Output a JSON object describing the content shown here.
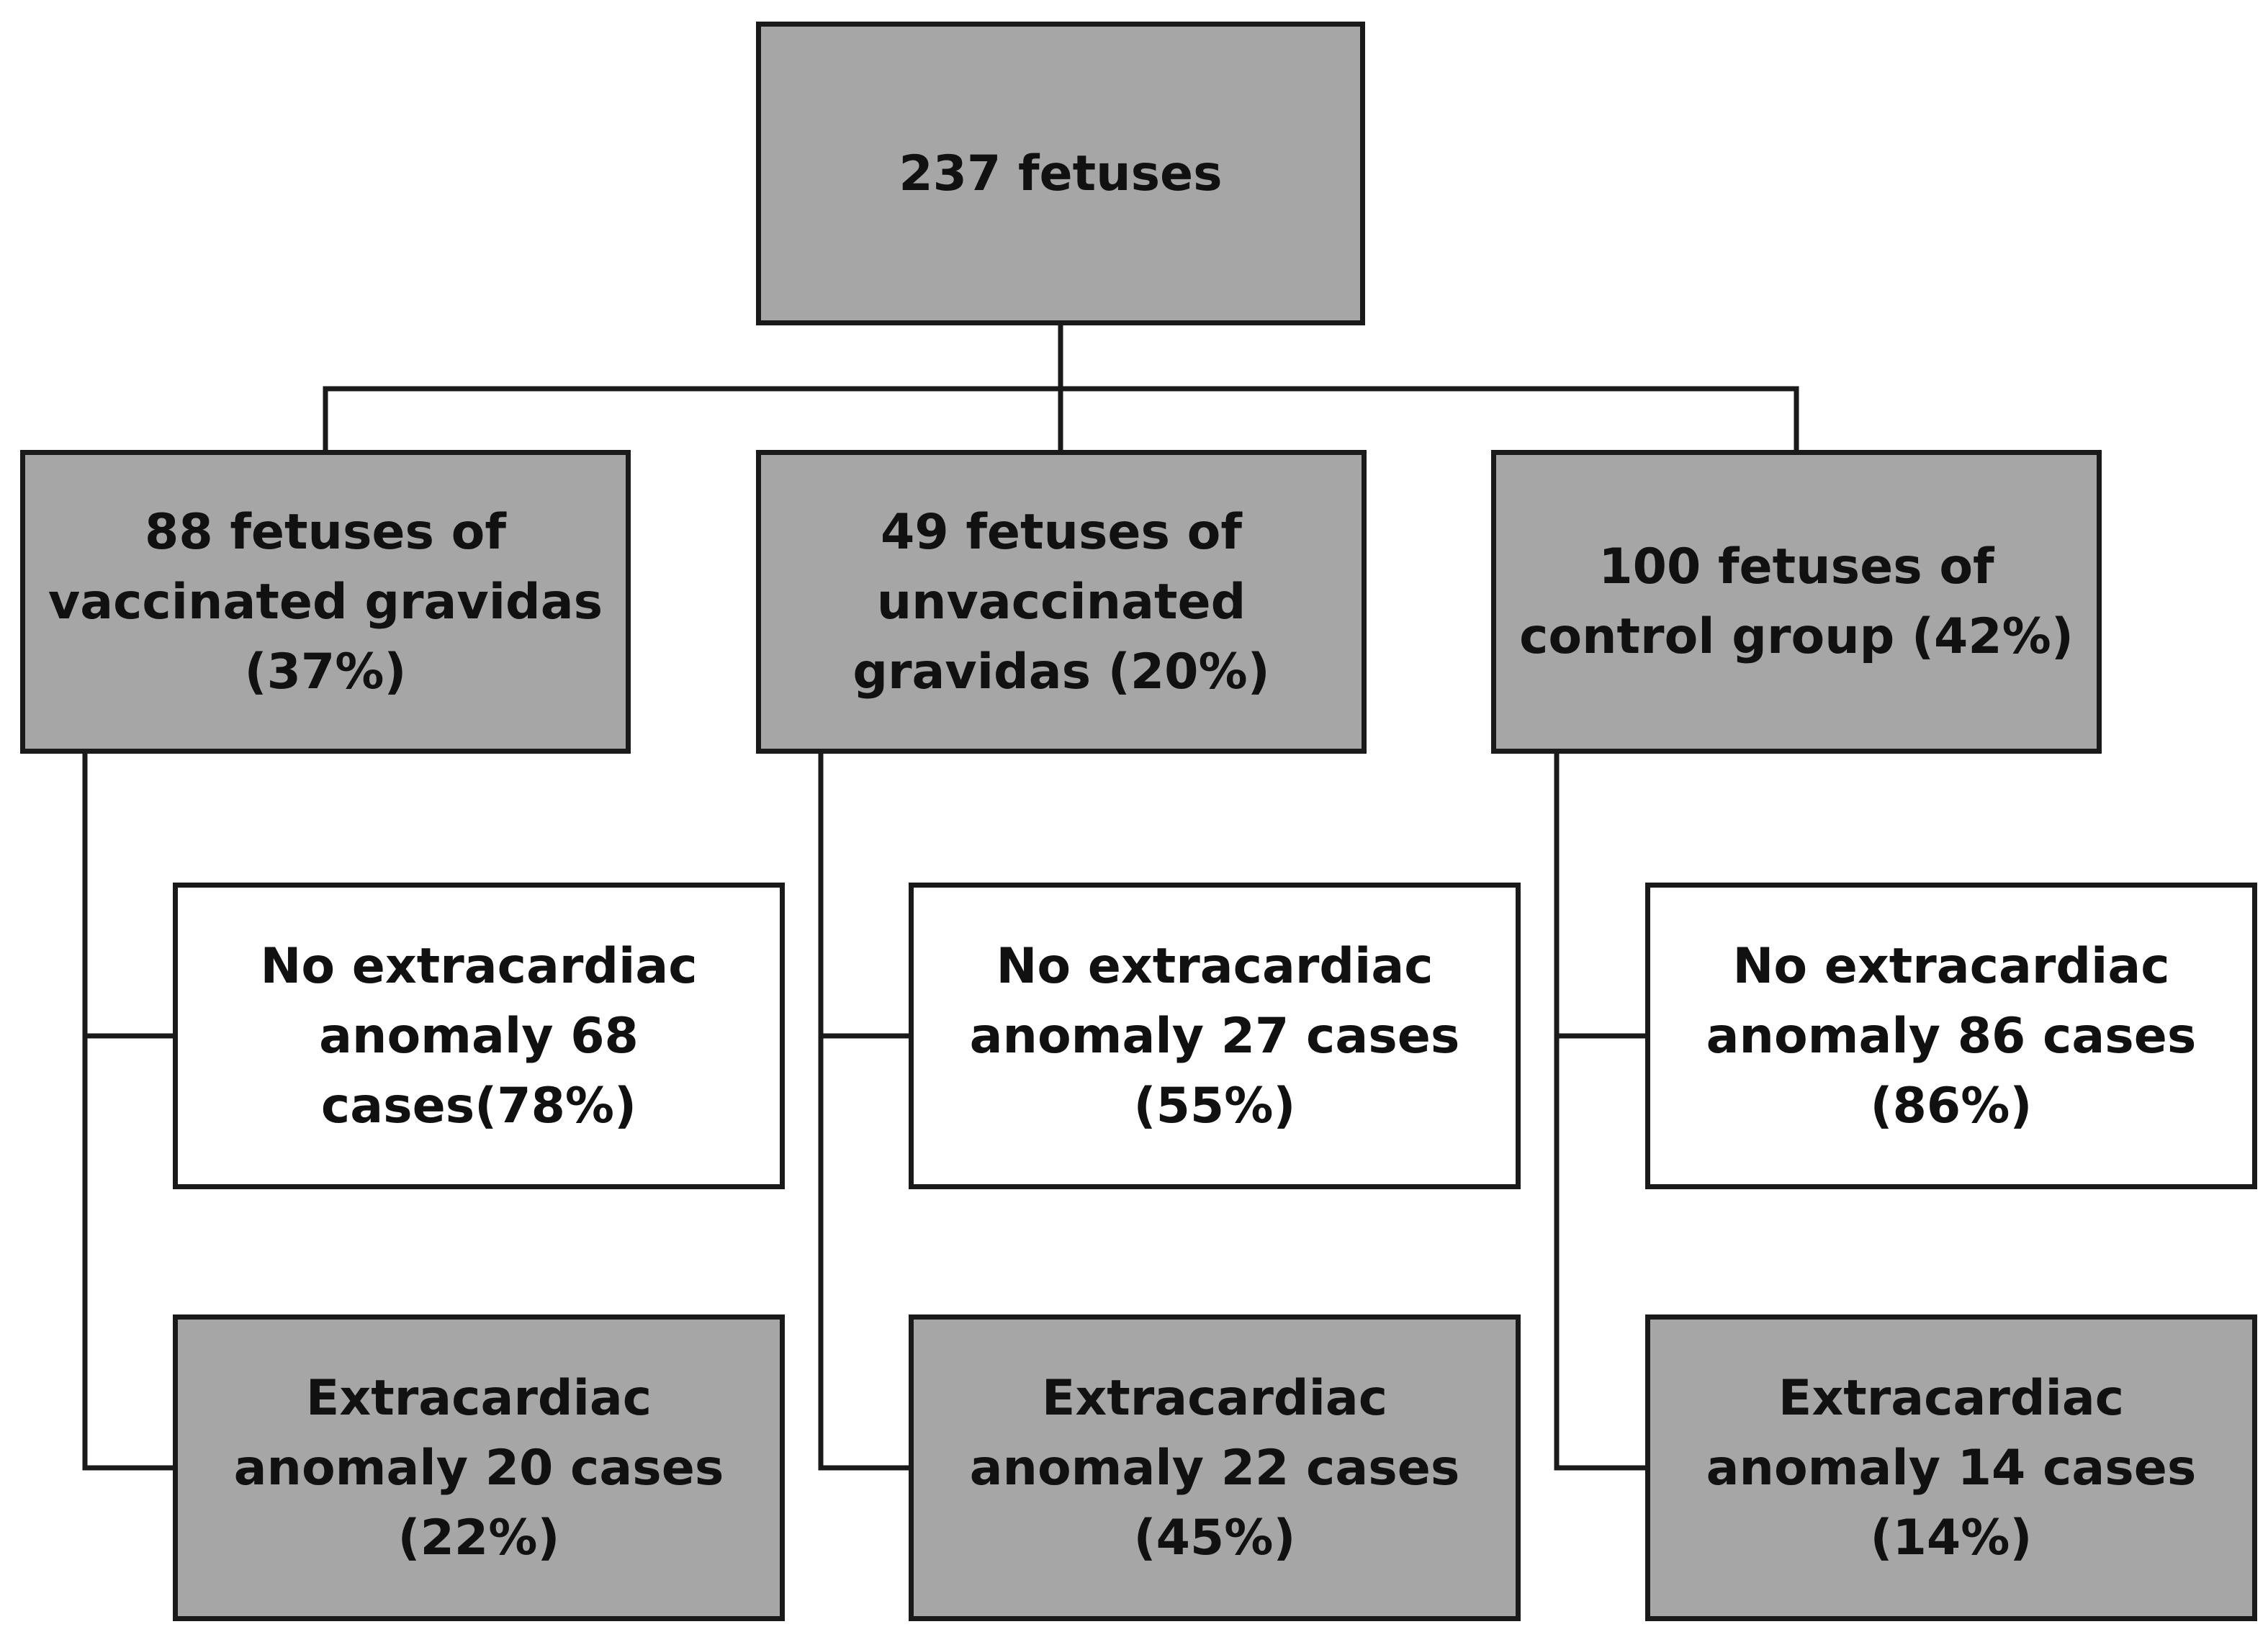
{
  "root": {
    "label": "237 fetuses"
  },
  "groups": [
    {
      "label": "88 fetuses of vaccinated gravidas (37%)",
      "no_anomaly": "No extracardiac anomaly 68 cases(78%)",
      "anomaly": "Extracardiac anomaly 20 cases (22%)"
    },
    {
      "label": "49 fetuses of unvaccinated gravidas (20%)",
      "no_anomaly": "No extracardiac anomaly 27 cases (55%)",
      "anomaly": "Extracardiac anomaly 22 cases (45%)"
    },
    {
      "label": "100 fetuses of control group (42%)",
      "no_anomaly": "No extracardiac anomaly 86 cases (86%)",
      "anomaly": "Extracardiac anomaly 14 cases (14%)"
    }
  ],
  "colors": {
    "filled_box": "#a6a6a6",
    "empty_box": "#ffffff",
    "line": "#1a1a1a"
  }
}
